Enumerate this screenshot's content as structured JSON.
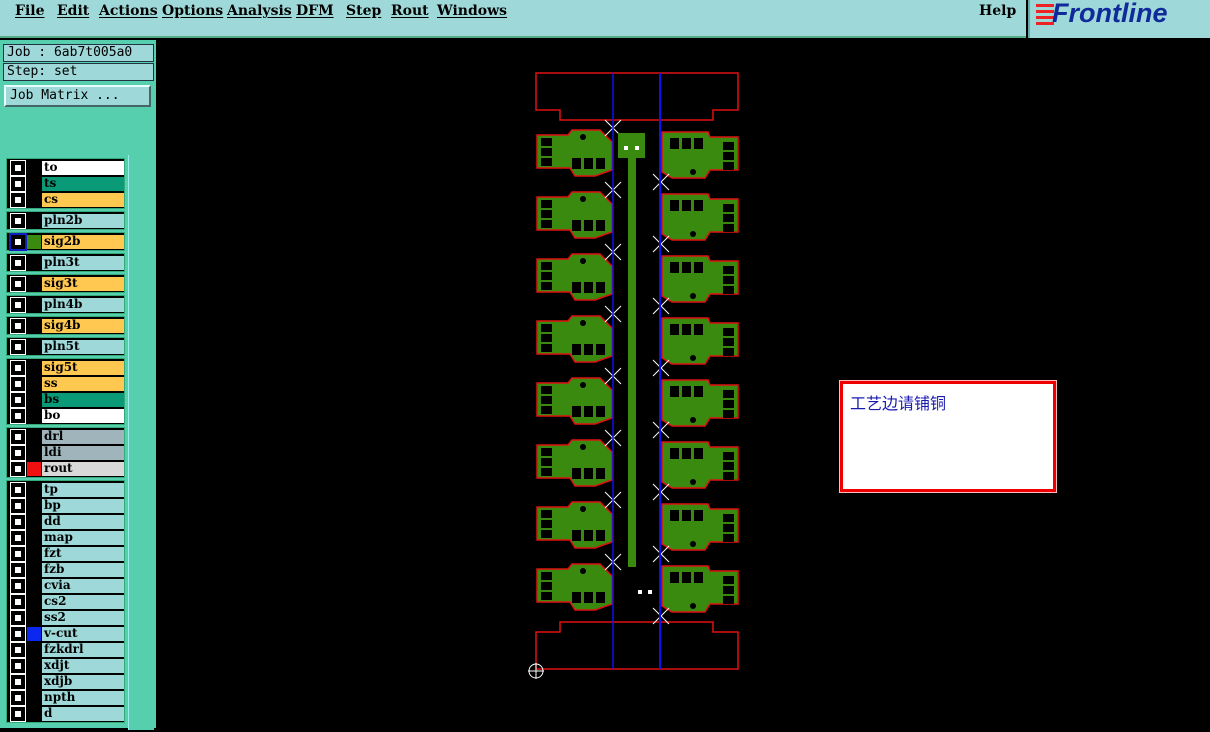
{
  "menu": {
    "items": [
      "File",
      "Edit",
      "Actions",
      "Options",
      "Analysis",
      "DFM",
      "Step",
      "Rout",
      "Windows"
    ],
    "help": "Help"
  },
  "logo": "Frontline",
  "job": {
    "job_label": "Job : 6ab7t005a0",
    "step_label": "Step: set",
    "matrix_button": "Job Matrix ..."
  },
  "layers": [
    {
      "name": "to",
      "bg": "#ffffff"
    },
    {
      "name": "ts",
      "bg": "#0a9a78"
    },
    {
      "name": "cs",
      "bg": "#ffc850"
    },
    {
      "name": "pln2b",
      "bg": "#9ed8d8"
    },
    {
      "name": "sig2b",
      "bg": "#ffc850",
      "swatch": "#3a8a10",
      "active": true
    },
    {
      "name": "pln3t",
      "bg": "#9ed8d8"
    },
    {
      "name": "sig3t",
      "bg": "#ffc850"
    },
    {
      "name": "pln4b",
      "bg": "#9ed8d8"
    },
    {
      "name": "sig4b",
      "bg": "#ffc850"
    },
    {
      "name": "pln5t",
      "bg": "#9ed8d8"
    },
    {
      "name": "sig5t",
      "bg": "#ffc850"
    },
    {
      "name": "ss",
      "bg": "#ffc850"
    },
    {
      "name": "bs",
      "bg": "#0a9a78"
    },
    {
      "name": "bo",
      "bg": "#ffffff"
    },
    {
      "name": "drl",
      "bg": "#a0b4bc"
    },
    {
      "name": "ldi",
      "bg": "#a0b4bc"
    },
    {
      "name": "rout",
      "bg": "#d8d8d8",
      "swatch": "#f01010"
    },
    {
      "name": "tp",
      "bg": "#9ed8d8"
    },
    {
      "name": "bp",
      "bg": "#9ed8d8"
    },
    {
      "name": "dd",
      "bg": "#9ed8d8"
    },
    {
      "name": "map",
      "bg": "#9ed8d8"
    },
    {
      "name": "fzt",
      "bg": "#9ed8d8"
    },
    {
      "name": "fzb",
      "bg": "#9ed8d8"
    },
    {
      "name": "cvia",
      "bg": "#9ed8d8"
    },
    {
      "name": "cs2",
      "bg": "#9ed8d8"
    },
    {
      "name": "ss2",
      "bg": "#9ed8d8"
    },
    {
      "name": "v-cut",
      "bg": "#9ed8d8",
      "swatch": "#0a28f0"
    },
    {
      "name": "fzkdrl",
      "bg": "#9ed8d8"
    },
    {
      "name": "xdjt",
      "bg": "#9ed8d8"
    },
    {
      "name": "xdjb",
      "bg": "#9ed8d8"
    },
    {
      "name": "npth",
      "bg": "#9ed8d8"
    },
    {
      "name": "d",
      "bg": "#9ed8d8"
    }
  ],
  "note": "工艺边请铺铜",
  "colors": {
    "copper": "#3a8a10",
    "outline": "#e01010",
    "vcut": "#1010f0"
  }
}
